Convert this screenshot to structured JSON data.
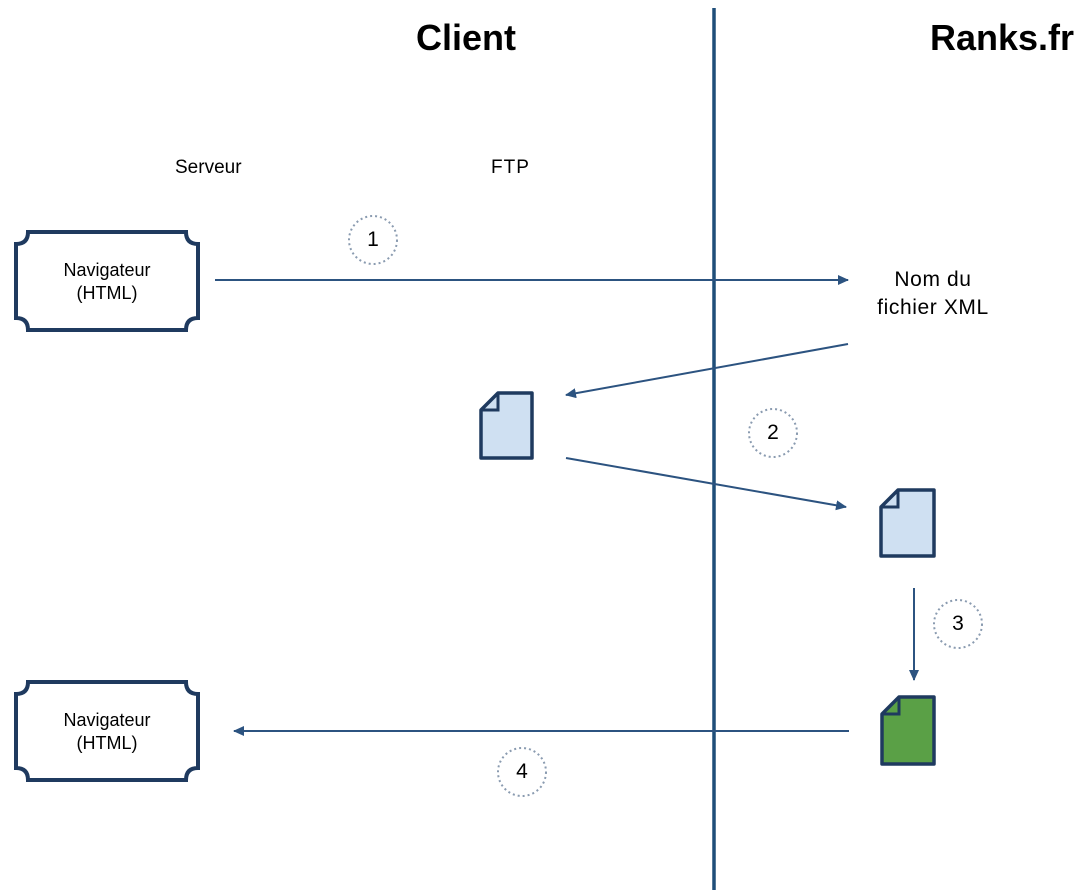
{
  "columns": {
    "client": "Client",
    "ranks": "Ranks.fr"
  },
  "sublabels": {
    "serveur": "Serveur",
    "ftp": "FTP"
  },
  "navigator_top": {
    "line1": "Navigateur",
    "line2": "(HTML)"
  },
  "navigator_bottom": {
    "line1": "Navigateur",
    "line2": "(HTML)"
  },
  "xml_name": {
    "line1": "Nom du",
    "line2": "fichier XML"
  },
  "steps": [
    "1",
    "2",
    "3",
    "4"
  ],
  "colors": {
    "line": "#1f4e79",
    "arrow": "#2c5380",
    "file_light": "#cfe0f2",
    "file_green": "#5aa046",
    "step_circle": "#8a9bb0"
  }
}
